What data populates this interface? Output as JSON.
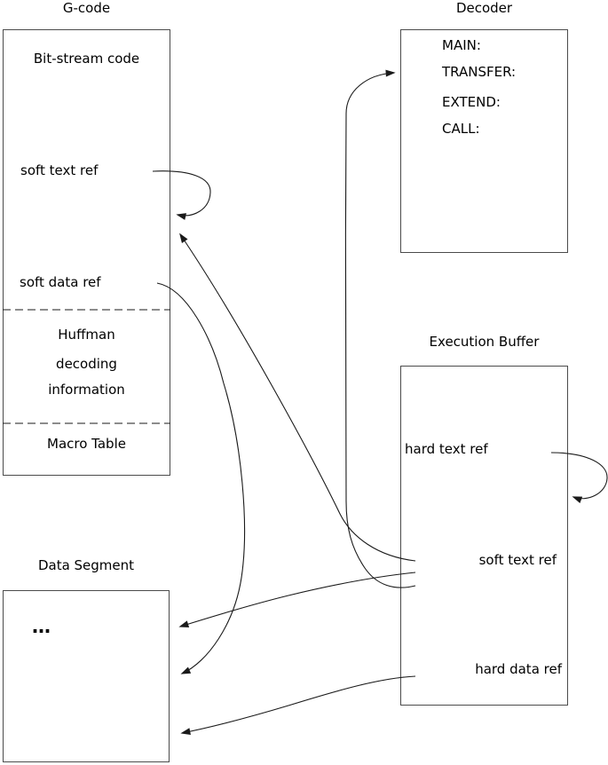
{
  "colors": {
    "background": "#ffffff",
    "text": "#000000",
    "box_border": "#4b4b4b",
    "connector_line": "#1a1a1a"
  },
  "boxes": {
    "gcode": {
      "title": "G-code",
      "bitstream_label": "Bit-stream code",
      "soft_text_label": "soft text ref",
      "soft_data_label": "soft data ref",
      "huffman_line1": "Huffman",
      "huffman_line2": "decoding",
      "huffman_line3": "information",
      "macro_label": "Macro Table"
    },
    "decoder": {
      "title": "Decoder",
      "entries": [
        "MAIN:",
        "TRANSFER:",
        "EXTEND:",
        "CALL:"
      ]
    },
    "execution_buffer": {
      "title": "Execution Buffer",
      "hard_text_label": "hard text ref",
      "soft_text_label": "soft text ref",
      "hard_data_label": "hard data ref"
    },
    "data_segment": {
      "title": "Data Segment",
      "ellipsis": "…"
    }
  },
  "edges": [
    {
      "from": "G-code / soft text ref",
      "to": "G-code / soft text ref",
      "kind": "self-loop"
    },
    {
      "from": "Execution Buffer / soft text ref",
      "to": "G-code / soft text ref",
      "kind": "arrow"
    },
    {
      "from": "G-code / soft data ref",
      "to": "Data Segment",
      "kind": "arrow"
    },
    {
      "from": "Execution Buffer / soft text ref",
      "to": "Decoder",
      "kind": "arrow"
    },
    {
      "from": "Execution Buffer / soft text ref",
      "to": "Data Segment",
      "kind": "arrow"
    },
    {
      "from": "Execution Buffer / hard text ref",
      "to": "Execution Buffer / hard text ref",
      "kind": "self-loop"
    },
    {
      "from": "Execution Buffer / hard data ref",
      "to": "Data Segment",
      "kind": "arrow"
    }
  ]
}
